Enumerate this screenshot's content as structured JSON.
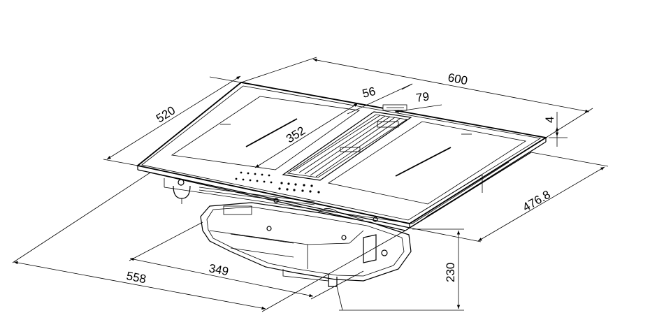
{
  "drawing": {
    "dimensions": {
      "width": "600",
      "depth": "520",
      "hood_opening": "56",
      "hood_width": "79",
      "glass_thickness": "4",
      "zone_length": "352",
      "cutout_depth": "476.8",
      "body_width": "558",
      "motor_width": "349",
      "height": "230"
    }
  }
}
